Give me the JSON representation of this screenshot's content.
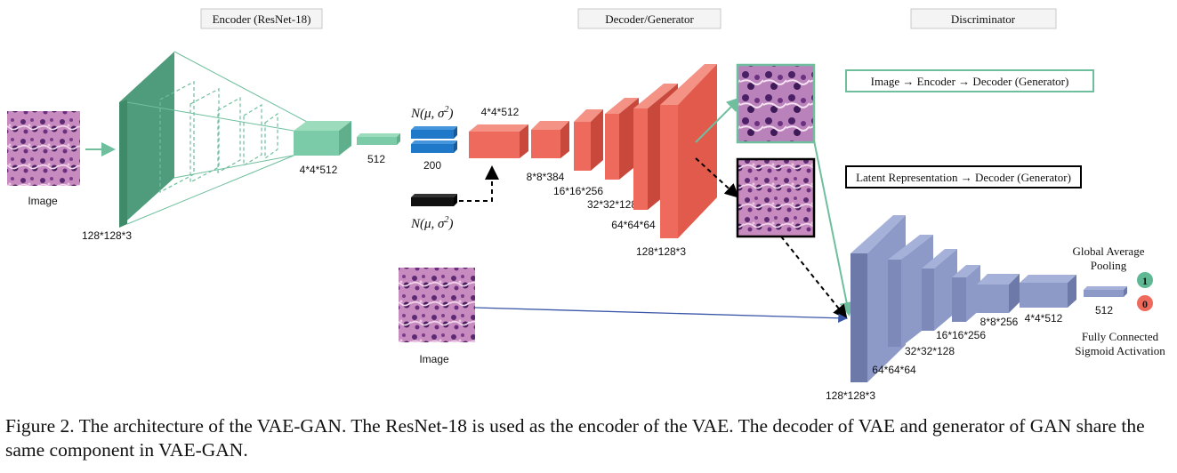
{
  "sections": {
    "encoder": "Encoder (ResNet-18)",
    "decoder": "Decoder/Generator",
    "discriminator": "Discriminator"
  },
  "encoder": {
    "input_label": "Image",
    "input_dims": "128*128*3",
    "output_dims": "4*4*512",
    "vector_dims": "512"
  },
  "latent": {
    "top_label_prefix": "N(",
    "mu": "μ",
    "sigma": "σ",
    "sup": "2",
    "top_count": "200",
    "formula_text": "N(μ, σ²)"
  },
  "decoder": {
    "dims": [
      "4*4*512",
      "8*8*384",
      "16*16*256",
      "32*32*128",
      "64*64*64",
      "128*128*3"
    ]
  },
  "legend": {
    "reconstruction": "Image → Encoder → Decoder (Generator)",
    "latent": "Latent Representation → Decoder (Generator)"
  },
  "real_image": {
    "label": "Image"
  },
  "discriminator": {
    "dims": [
      "128*128*3",
      "64*64*64",
      "32*32*128",
      "16*16*256",
      "8*8*256",
      "4*4*512",
      "512"
    ],
    "pooling_line1": "Global Average",
    "pooling_line2": "Pooling",
    "fc_line1": "Fully Connected",
    "fc_line2": "Sigmoid Activation",
    "out_real": "1",
    "out_fake": "0"
  },
  "caption": "Figure 2. The architecture of the VAE-GAN. The ResNet-18 is used as the encoder of the VAE. The decoder of VAE and generator of GAN share the same component in VAE-GAN.",
  "colors": {
    "encoder": "#6fbf9e",
    "encoder_dark": "#3f8a69",
    "decoder": "#ee6a5c",
    "decoder_dark": "#c9483c",
    "disc": "#8d9ac8",
    "disc_dark": "#6d79a8",
    "latent_blue": "#1f78c8",
    "real_green": "#5fb893",
    "fake_red": "#ee6a5c",
    "tissue": "#b06aa8"
  }
}
